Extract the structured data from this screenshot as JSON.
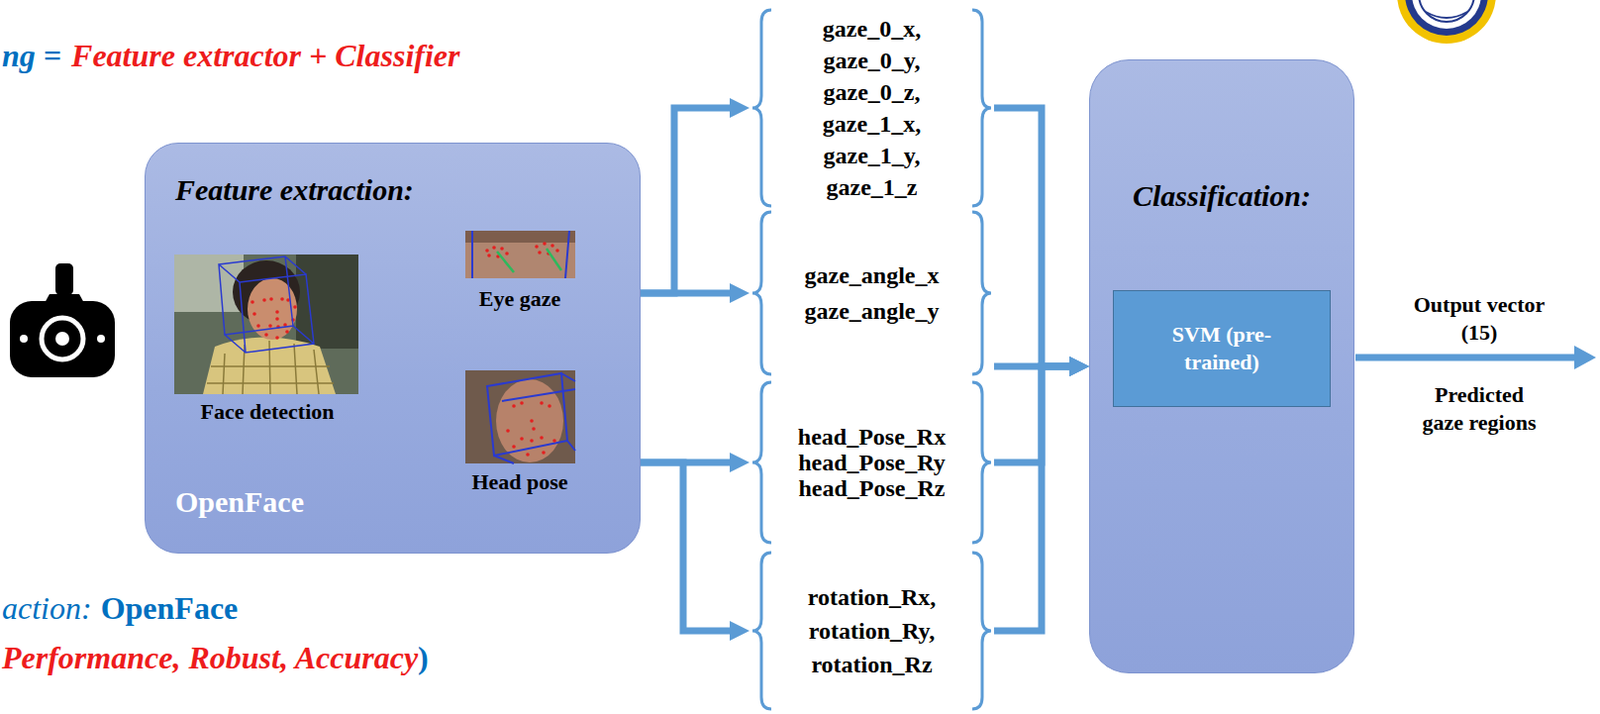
{
  "diagram": {
    "nodes": [
      {
        "text": [
          "Feature extraction:",
          "OpenFace"
        ]
      },
      {
        "text": [
          "gaze_0_x, gaze_0_y, gaze_0_z, gaze_1_x, gaze_1_y, gaze_1_z"
        ]
      },
      {
        "text": [
          "gaze_angle_x gaze_angle_y"
        ]
      },
      {
        "text": [
          "head_Pose_Rx head_Pose_Ry head_Pose_Rz"
        ]
      },
      {
        "text": [
          "rotation_Rx, rotation_Ry, rotation_Rz"
        ]
      },
      {
        "text": [
          "Classification:"
        ]
      },
      {
        "text": [
          "SVM (pre-trained)"
        ],
        "in": 5
      }
    ],
    "edges": [
      {
        "from": 0,
        "to": 1,
        "arrow": "to"
      },
      {
        "from": 0,
        "to": 2,
        "arrow": "to"
      },
      {
        "from": 0,
        "to": 3,
        "arrow": "to"
      },
      {
        "from": 0,
        "to": 4,
        "arrow": "to"
      },
      {
        "from": 1,
        "to": 5,
        "arrow": "to"
      },
      {
        "from": 2,
        "to": 5,
        "arrow": "to"
      },
      {
        "from": 3,
        "to": 5,
        "arrow": "to"
      },
      {
        "from": 4,
        "to": 5,
        "arrow": "to"
      }
    ],
    "labels": [
      "ng =",
      "Feature extractor + Classifier",
      "Eye gaze",
      "Face detection",
      "Head pose",
      "Output vector",
      "(15)",
      "Predicted",
      "gaze regions",
      "action:",
      "OpenFace",
      "Performance, Robust, Accuracy",
      ")"
    ]
  }
}
